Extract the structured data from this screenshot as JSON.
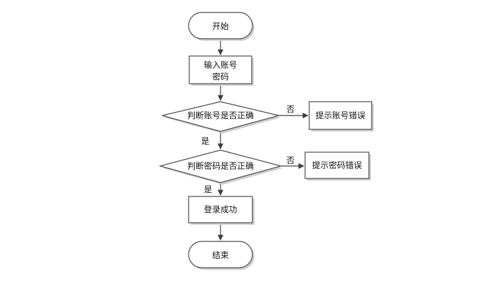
{
  "nodes": {
    "start": "开始",
    "input_line1": "输入账号",
    "input_line2": "密码",
    "check_account": "判断账号是否正确",
    "account_error": "提示账号错误",
    "check_password": "判断密码是否正确",
    "password_error": "提示密码错误",
    "login_success": "登录成功",
    "end": "结束"
  },
  "edges": {
    "account_no": "否",
    "account_yes": "是",
    "password_no": "否",
    "password_yes": "是"
  },
  "colors": {
    "stroke": "#4a4a4a",
    "shadow": "#cfcfcf",
    "fill": "#ffffff"
  }
}
